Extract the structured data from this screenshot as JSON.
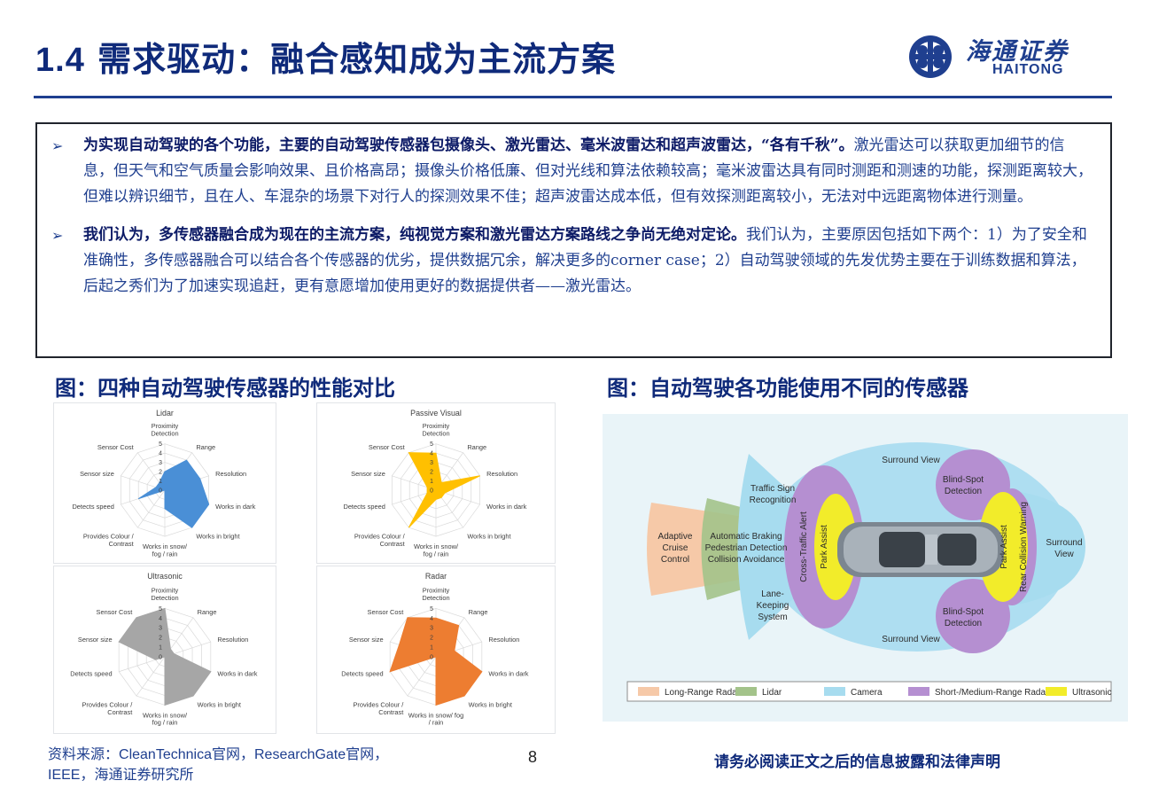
{
  "header": {
    "title_num": "1.4",
    "title_text": "需求驱动：融合感知成为主流方案",
    "logo_cn": "海通证券",
    "logo_en": "HAITONG"
  },
  "summary": {
    "bullets": [
      {
        "bold": "为实现自动驾驶的各个功能，主要的自动驾驶传感器包摄像头、激光雷达、毫米波雷达和超声波雷达，“各有千秋”。",
        "text": "激光雷达可以获取更加细节的信息，但天气和空气质量会影响效果、且价格高昂；摄像头价格低廉、但对光线和算法依赖较高；毫米波雷达具有同时测距和测速的功能，探测距离较大，但难以辨识细节，且在人、车混杂的场景下对行人的探测效果不佳；超声波雷达成本低，但有效探测距离较小，无法对中远距离物体进行测量。"
      },
      {
        "bold": "我们认为，多传感器融合成为现在的主流方案，纯视觉方案和激光雷达方案路线之争尚无绝对定论。",
        "text": "我们认为，主要原因包括如下两个：1）为了安全和准确性，多传感器融合可以结合各个传感器的优劣，提供数据冗余，解决更多的corner case；2）自动驾驶领域的先发优势主要在于训练数据和算法，后起之秀们为了加速实现追赶，更有意愿增加使用更好的数据提供者——激光雷达。"
      }
    ]
  },
  "captions": {
    "left": "图：四种自动驾驶传感器的性能对比",
    "right": "图：自动驾驶各功能使用不同的传感器"
  },
  "radar_axes": [
    "Proximity Detection",
    "Range",
    "Resolution",
    "Works in dark",
    "Works in bright",
    "Works in snow/ fog / rain",
    "Provides Colour / Contrast",
    "Detects speed",
    "Sensor size",
    "Sensor Cost"
  ],
  "radar_axes_display": {
    "lidar": [
      [
        "Proximity",
        "Detection"
      ],
      [
        "Range"
      ],
      [
        "Resolution"
      ],
      [
        "Works in dark"
      ],
      [
        "Works in bright"
      ],
      [
        "Works in snow/",
        "fog / rain"
      ],
      [
        "Provides Colour /",
        "Contrast"
      ],
      [
        "Detects speed"
      ],
      [
        "Sensor size"
      ],
      [
        "Sensor Cost"
      ]
    ],
    "passive": [
      [
        "Proximity",
        "Detection"
      ],
      [
        "Range"
      ],
      [
        "Resolution"
      ],
      [
        "Works in dark"
      ],
      [
        "Works in bright"
      ],
      [
        "Works in snow/",
        "fog / rain"
      ],
      [
        "Provides Colour /",
        "Contrast"
      ],
      [
        "Detects speed"
      ],
      [
        "Sensor size"
      ],
      [
        "Sensor Cost"
      ]
    ],
    "ultrasonic": [
      [
        "Proximity",
        "Detection"
      ],
      [
        "Range"
      ],
      [
        "Resolution"
      ],
      [
        "Works in dark"
      ],
      [
        "Works in bright"
      ],
      [
        "Works in snow/",
        "fog / rain"
      ],
      [
        "Provides Colour /",
        "Contrast"
      ],
      [
        "Detects speed"
      ],
      [
        "Sensor size"
      ],
      [
        "Sensor Cost"
      ]
    ],
    "radar": [
      [
        "Proximity",
        "Detection"
      ],
      [
        "Range"
      ],
      [
        "Resolution"
      ],
      [
        "Works in dark"
      ],
      [
        "Works in bright"
      ],
      [
        "Works in snow/ fog",
        "/ rain"
      ],
      [
        "Provides Colour /",
        "Contrast"
      ],
      [
        "Detects speed"
      ],
      [
        "Sensor size"
      ],
      [
        "Sensor Cost"
      ]
    ]
  },
  "chart_data": [
    {
      "type": "radar",
      "title": "Lidar",
      "axes": [
        "Proximity Detection",
        "Range",
        "Resolution",
        "Works in dark",
        "Works in bright",
        "Works in snow/ fog / rain",
        "Provides Colour / Contrast",
        "Detects speed",
        "Sensor size",
        "Sensor Cost"
      ],
      "values": [
        2,
        4,
        4,
        5,
        5,
        2,
        0,
        3,
        1,
        1
      ],
      "rmax": 5,
      "color": "#4a8fd6"
    },
    {
      "type": "radar",
      "title": "Passive Visual",
      "axes": [
        "Proximity Detection",
        "Range",
        "Resolution",
        "Works in dark",
        "Works in bright",
        "Works in snow/ fog / rain",
        "Provides Colour / Contrast",
        "Detects speed",
        "Sensor size",
        "Sensor Cost"
      ],
      "values": [
        4,
        1,
        5,
        1,
        1,
        1,
        5,
        1,
        1,
        5
      ],
      "rmax": 5,
      "color": "#ffc000"
    },
    {
      "type": "radar",
      "title": "Ultrasonic",
      "axes": [
        "Proximity Detection",
        "Range",
        "Resolution",
        "Works in dark",
        "Works in bright",
        "Works in snow/ fog / rain",
        "Provides Colour / Contrast",
        "Detects speed",
        "Sensor size",
        "Sensor Cost"
      ],
      "values": [
        5,
        1,
        1,
        5,
        5,
        5,
        0,
        1,
        5,
        5
      ],
      "rmax": 5,
      "color": "#a6a6a6"
    },
    {
      "type": "radar",
      "title": "Radar",
      "axes": [
        "Proximity Detection",
        "Range",
        "Resolution",
        "Works in dark",
        "Works in bright",
        "Works in snow/ fog / rain",
        "Provides Colour / Contrast",
        "Detects speed",
        "Sensor size",
        "Sensor Cost"
      ],
      "values": [
        4,
        4,
        2,
        5,
        5,
        5,
        0,
        5,
        4,
        5
      ],
      "rmax": 5,
      "color": "#ed7d31"
    }
  ],
  "sensor_diagram": {
    "labels": {
      "surround_top": "Surround View",
      "surround_bottom": "Surround View",
      "surround_right_1": "Surround",
      "surround_right_2": "View",
      "blind_top_1": "Blind-Spot",
      "blind_top_2": "Detection",
      "blind_bottom_1": "Blind-Spot",
      "blind_bottom_2": "Detection",
      "traffic_sign_1": "Traffic Sign",
      "traffic_sign_2": "Recognition",
      "acc_1": "Adaptive",
      "acc_2": "Cruise",
      "acc_3": "Control",
      "aeb_1": "Automatic Braking",
      "aeb_2": "Pedestrian Detection",
      "aeb_3": "Collision Avoidance",
      "lane_1": "Lane-",
      "lane_2": "Keeping",
      "lane_3": "System",
      "cross_traffic": "Cross-Traffic Alert",
      "park_front": "Park Assist",
      "park_rear": "Park Assist",
      "rear_collision": "Rear Collision Warning"
    },
    "legend": [
      {
        "label": "Long-Range Radar",
        "color": "#f6c9a8"
      },
      {
        "label": "Lidar",
        "color": "#a3c38a"
      },
      {
        "label": "Camera",
        "color": "#a7dcef"
      },
      {
        "label": "Short-/Medium-Range Radar",
        "color": "#b58fd1"
      },
      {
        "label": "Ultrasonic",
        "color": "#f2ec2a"
      }
    ]
  },
  "footer": {
    "source_1": "资料来源：",
    "source_2": "CleanTechnica",
    "source_3": "官网，",
    "source_4": "ResearchGate",
    "source_5": "官网，",
    "source_6": "IEEE",
    "source_7": "，海通证券研究所",
    "page": "8",
    "disclaimer": "请务必阅读正文之后的信息披露和法律声明"
  },
  "colors": {
    "brand_blue": "#1f3f8f",
    "title_blue": "#0f2a7a"
  }
}
